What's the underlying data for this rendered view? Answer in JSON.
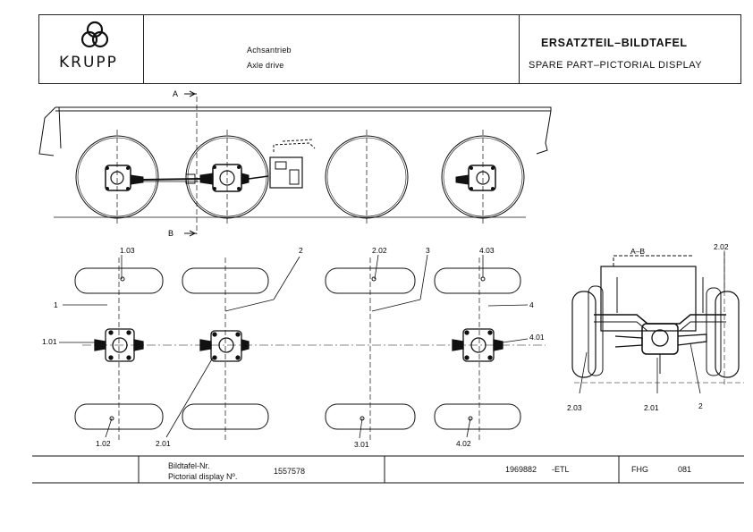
{
  "header": {
    "brand": "KRUPP",
    "subject_de": "Achsantrieb",
    "subject_en": "Axle drive",
    "title_de": "ERSATZTEIL–BILDTAFEL",
    "title_en": "SPARE PART–PICTORIAL DISPLAY"
  },
  "side_view": {
    "marker_a": "A",
    "marker_b": "B"
  },
  "callouts": {
    "c1_03": "1.03",
    "c2": "2",
    "c2_02_top": "2.02",
    "c3": "3",
    "c4_03": "4.03",
    "c1": "1",
    "c4": "4",
    "c1_01": "1.01",
    "c4_01": "4.01",
    "c1_02": "1.02",
    "c2_01": "2.01",
    "c3_01": "3.01",
    "c4_02": "4.02"
  },
  "section_view": {
    "title": "A–B",
    "c2_02": "2.02",
    "c2_03": "2.03",
    "c2_01": "2.01",
    "c2": "2"
  },
  "footer": {
    "label_de": "Bildtafel-Nr.",
    "label_en": "Pictorial display Nº.",
    "display_no": "1557578",
    "code": "1969882",
    "etl": "-ETL",
    "fhg": "FHG",
    "fhg_no": "081"
  }
}
